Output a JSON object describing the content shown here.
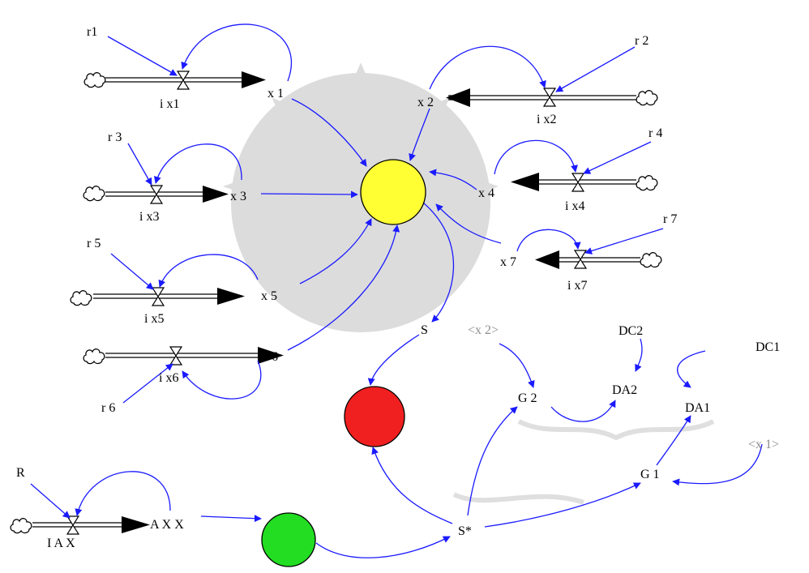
{
  "labels": {
    "r1": "r1",
    "ix1": "i x1",
    "x1": "x 1",
    "r2": "r 2",
    "ix2": "i x2",
    "x2": "x 2",
    "r3": "r 3",
    "ix3": "i x3",
    "x3": "x 3",
    "r4": "r 4",
    "ix4": "i x4",
    "x4": "x 4",
    "r5": "r 5",
    "ix5": "i x5",
    "x5": "x 5",
    "r6": "r 6",
    "ix6": "i x6",
    "x6": "x 6",
    "r7": "r 7",
    "ix7": "i x7",
    "x7": "x 7",
    "R": "R",
    "IAX": "I A X",
    "AXX": "A X X",
    "S": "S",
    "Sstar": "S*",
    "x2ghost": "<x 2>",
    "x1ghost": "<x 1>",
    "G2": "G 2",
    "G1": "G 1",
    "DC2": "DC2",
    "DA2": "DA2",
    "DC1": "DC1",
    "DA1": "DA1"
  },
  "colors": {
    "link": "#1a1aff",
    "yellow_node": "#ffff33",
    "red_node": "#f02020",
    "green_node": "#22dd22",
    "ghost_text": "#8c8c8c"
  },
  "icons": {
    "cloud": "cloud-icon",
    "valve": "valve-icon",
    "arrowhead": "arrowhead-icon"
  }
}
